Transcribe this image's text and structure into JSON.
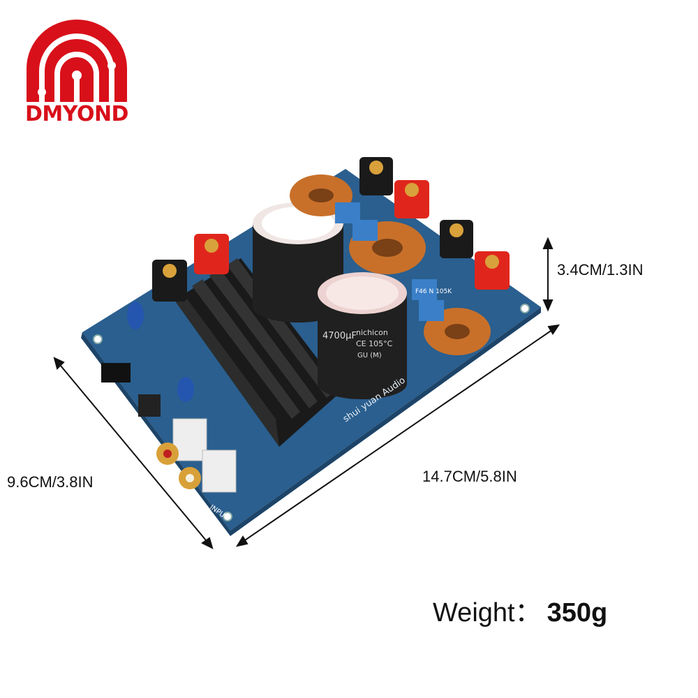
{
  "brand": {
    "name": "DMYOND",
    "color": "#d8101a"
  },
  "dimensions": {
    "height": "3.4CM/1.3IN",
    "width": "9.6CM/3.8IN",
    "length": "14.7CM/5.8IN"
  },
  "weight": {
    "label": "Weight：",
    "value": "350g"
  },
  "board": {
    "silkscreen": "shui yuan Audio",
    "capacitor_brand": "nichicon",
    "capacitor_rating": "4700μF",
    "capacitor_temp": "CE 105°C",
    "capacitor_series": "GU (M)",
    "film_cap_label": "F46 N 105K",
    "input_label": "INPUT",
    "pcb_color": "#2a5f8f",
    "heatsink_color": "#1a1a1a",
    "terminal_red": "#e0261c",
    "terminal_black": "#1a1a1a",
    "coil_color": "#c8702a"
  }
}
